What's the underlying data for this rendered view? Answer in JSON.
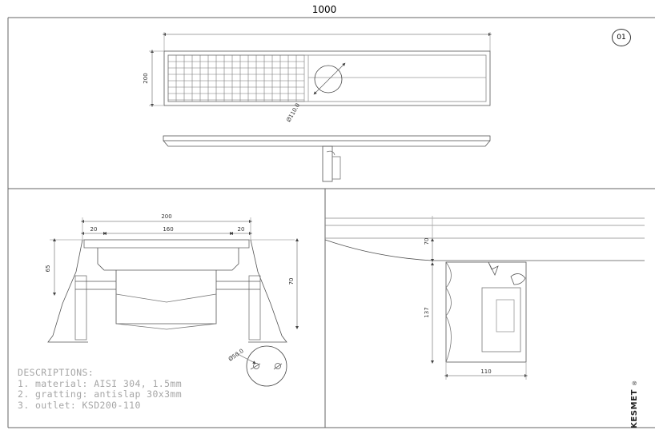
{
  "title": "1000",
  "sheet_number": "01",
  "dimensions": {
    "width_200": "200",
    "outlet_dia": "Ø110.0",
    "section_width": "200",
    "left_20": "20",
    "center_160": "160",
    "right_20": "20",
    "height_65": "65",
    "height_70": "70",
    "hole_dia": "Ø50.0",
    "side_70": "70",
    "side_137": "137",
    "side_110": "110"
  },
  "descriptions": {
    "heading": "DESCRIPTIONS:",
    "line1": "1. material: AISI 304, 1.5mm",
    "line2": "2. gratting: antislap 30x3mm",
    "line3": "3. outlet: KSD200-110"
  },
  "brand": "KESMET",
  "brand_mark": "®"
}
